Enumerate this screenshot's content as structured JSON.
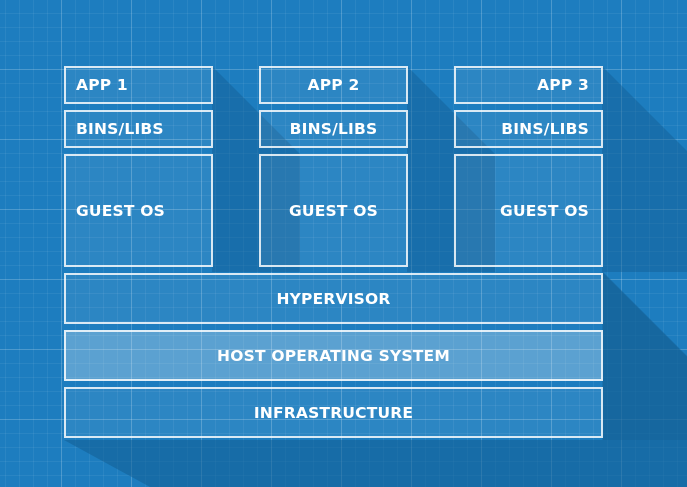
{
  "colors": {
    "background": "#1d7dbf",
    "grid": "#4a9ad0",
    "box_border": "#ffffff",
    "shadow": "#135e93"
  },
  "stacks": [
    {
      "app": "APP 1",
      "bins": "BINS/LIBS",
      "guest_os": "GUEST OS"
    },
    {
      "app": "APP 2",
      "bins": "BINS/LIBS",
      "guest_os": "GUEST OS"
    },
    {
      "app": "APP 3",
      "bins": "BINS/LIBS",
      "guest_os": "GUEST OS"
    }
  ],
  "layers": {
    "hypervisor": "HYPERVISOR",
    "host_os": "HOST OPERATING SYSTEM",
    "infrastructure": "INFRASTRUCTURE"
  }
}
